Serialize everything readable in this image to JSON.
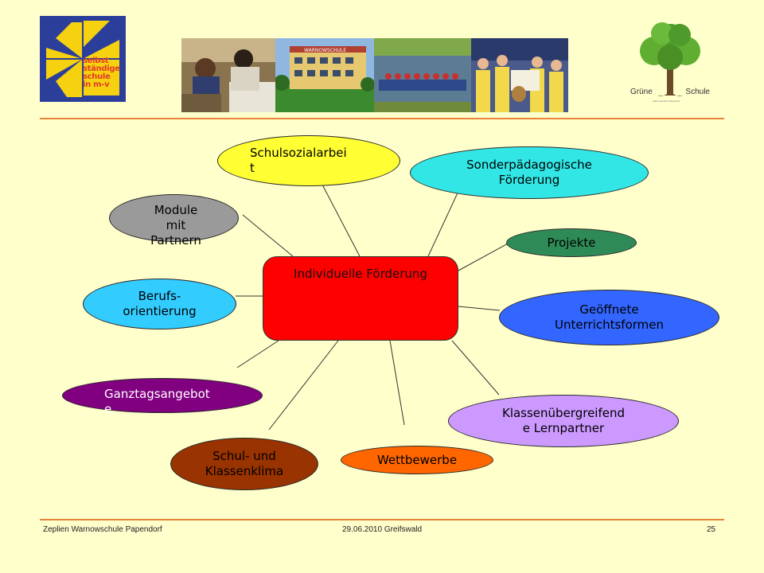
{
  "header": {
    "logo_left": {
      "lines": [
        "selbst",
        "ständige",
        "schule",
        "in m-v"
      ],
      "colors": {
        "background": "#2B3F9A",
        "shape": "#F5D10F",
        "text": "#E33B2A"
      }
    },
    "photos": [
      "photo-classroom-students",
      "photo-warnowschule-building",
      "photo-dragon-boat",
      "photo-students-stadium"
    ],
    "photo_sign_text": "WARNOWSCHULE",
    "tree_logo": {
      "word_left": "Grüne",
      "word_right": "Schule",
      "tiny_text": "Warnowschule Papendorf"
    }
  },
  "diagram": {
    "center": {
      "label": "Individuelle Förderung",
      "color": "#FF0000"
    },
    "nodes": [
      {
        "id": "schulsozial",
        "label": "Schulsozialarbei\nt",
        "color": "#FFFF33"
      },
      {
        "id": "sonder",
        "label": "Sonderpädagogische\nFörderung",
        "color": "#33E6E6"
      },
      {
        "id": "module",
        "label": "Module\nmit\nPartnern",
        "color": "#9A9A9A"
      },
      {
        "id": "projekte",
        "label": "Projekte",
        "color": "#2E8B57"
      },
      {
        "id": "berufs",
        "label": "Berufs-\norientierung",
        "color": "#33CCFF"
      },
      {
        "id": "geoeffnete",
        "label": "Geöffnete\nUnterrichtsformen",
        "color": "#3366FF"
      },
      {
        "id": "ganztag",
        "label": "Ganztagsangebot\ne",
        "color": "#800080"
      },
      {
        "id": "klassen",
        "label": "Klassenübergreifend\ne Lernpartner",
        "color": "#CC99FF"
      },
      {
        "id": "schulklima",
        "label": "Schul- und\nKlassenklima",
        "color": "#993300"
      },
      {
        "id": "wettbewerbe",
        "label": "Wettbewerbe",
        "color": "#FF6600"
      }
    ]
  },
  "footer": {
    "left": "Zeplien Warnowschule Papendorf",
    "center": "29.06.2010 Greifswald",
    "page": "25"
  },
  "colors": {
    "background": "#FFFFCC",
    "rule": "#E8843A"
  }
}
